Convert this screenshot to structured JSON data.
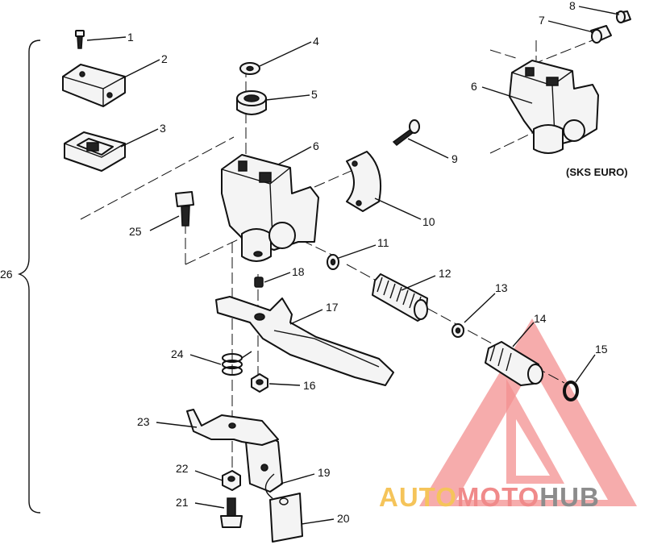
{
  "callouts": [
    {
      "id": "1",
      "text": "1"
    },
    {
      "id": "2",
      "text": "2"
    },
    {
      "id": "3",
      "text": "3"
    },
    {
      "id": "4",
      "text": "4"
    },
    {
      "id": "5",
      "text": "5"
    },
    {
      "id": "6",
      "text": "6"
    },
    {
      "id": "6b",
      "text": "6"
    },
    {
      "id": "7",
      "text": "7"
    },
    {
      "id": "8",
      "text": "8"
    },
    {
      "id": "9",
      "text": "9"
    },
    {
      "id": "10",
      "text": "10"
    },
    {
      "id": "11",
      "text": "11"
    },
    {
      "id": "12",
      "text": "12"
    },
    {
      "id": "13",
      "text": "13"
    },
    {
      "id": "14",
      "text": "14"
    },
    {
      "id": "15",
      "text": "15"
    },
    {
      "id": "16",
      "text": "16"
    },
    {
      "id": "17",
      "text": "17"
    },
    {
      "id": "18",
      "text": "18"
    },
    {
      "id": "19",
      "text": "19"
    },
    {
      "id": "20",
      "text": "20"
    },
    {
      "id": "21",
      "text": "21"
    },
    {
      "id": "22",
      "text": "22"
    },
    {
      "id": "23",
      "text": "23"
    },
    {
      "id": "24",
      "text": "24"
    },
    {
      "id": "25",
      "text": "25"
    },
    {
      "id": "26",
      "text": "26"
    }
  ],
  "variant_note": "(SKS EURO)",
  "watermark": {
    "part1": "AUTO",
    "part2": "MOTO",
    "part3": "HUB",
    "color1": "#f5c45a",
    "color2": "#f08a8a",
    "color3": "#8c8c8c",
    "triangle_color": "#f27e7e"
  }
}
